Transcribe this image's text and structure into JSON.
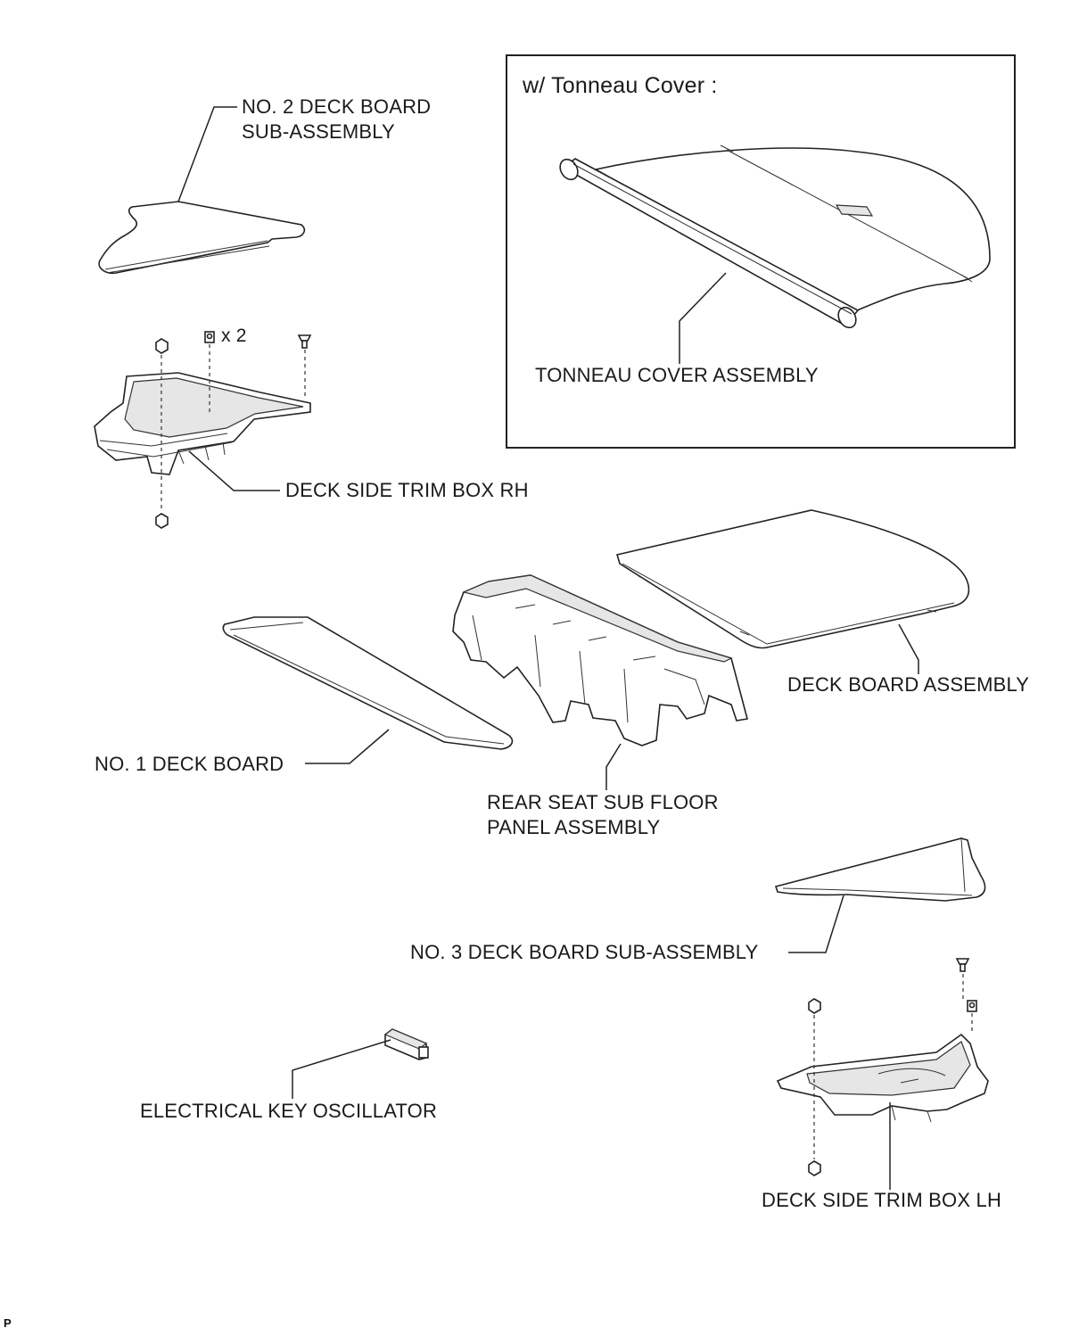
{
  "labels": {
    "no2_deck_board_line1": "NO. 2 DECK BOARD",
    "no2_deck_board_line2": "SUB-ASSEMBLY",
    "clip_count": "x 2",
    "deck_side_trim_box_rh": "DECK SIDE TRIM BOX RH",
    "tonneau_box_title": "w/ Tonneau Cover :",
    "tonneau_cover_assembly": "TONNEAU COVER ASSEMBLY",
    "deck_board_assembly": "DECK BOARD ASSEMBLY",
    "no1_deck_board": "NO. 1 DECK BOARD",
    "rear_seat_line1": "REAR SEAT SUB FLOOR",
    "rear_seat_line2": "PANEL ASSEMBLY",
    "no3_deck_board": "NO. 3 DECK BOARD SUB-ASSEMBLY",
    "electrical_key_oscillator": "ELECTRICAL KEY OSCILLATOR",
    "deck_side_trim_box_lh": "DECK SIDE TRIM BOX LH",
    "footer_code": "P"
  }
}
